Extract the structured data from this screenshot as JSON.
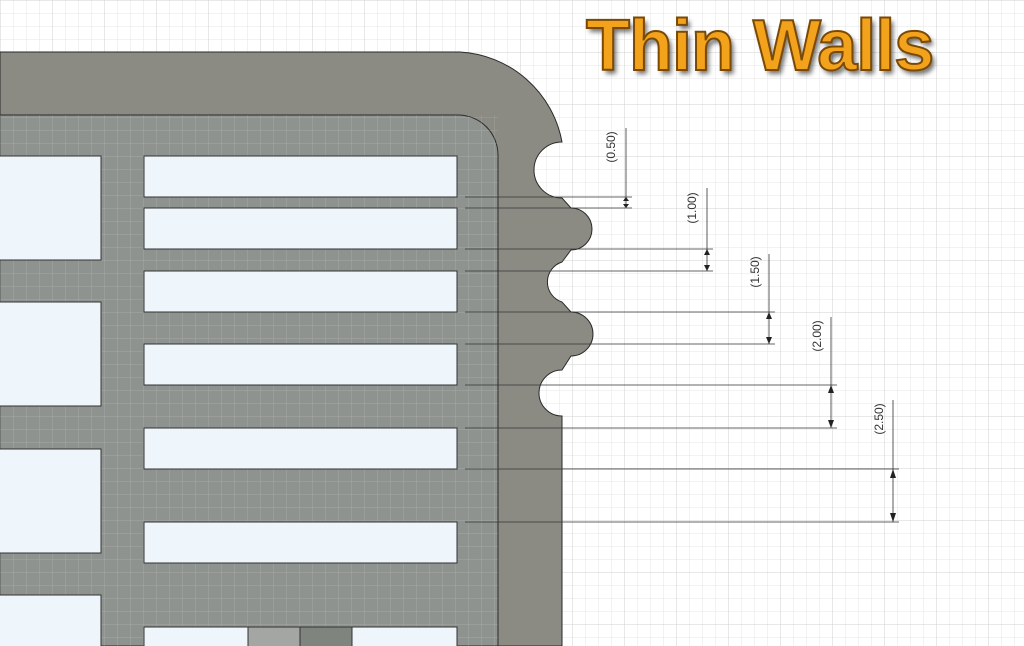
{
  "title": "Thin Walls",
  "dimensions": [
    {
      "label": "(0.50)",
      "value": 0.5
    },
    {
      "label": "(1.00)",
      "value": 1.0
    },
    {
      "label": "(1.50)",
      "value": 1.5
    },
    {
      "label": "(2.00)",
      "value": 2.0
    },
    {
      "label": "(2.50)",
      "value": 2.5
    }
  ],
  "colors": {
    "wall": "#8b8b84",
    "grid": "#d6d6d6",
    "slot_fill": "#eef6fb",
    "title": "#f3a21c"
  }
}
